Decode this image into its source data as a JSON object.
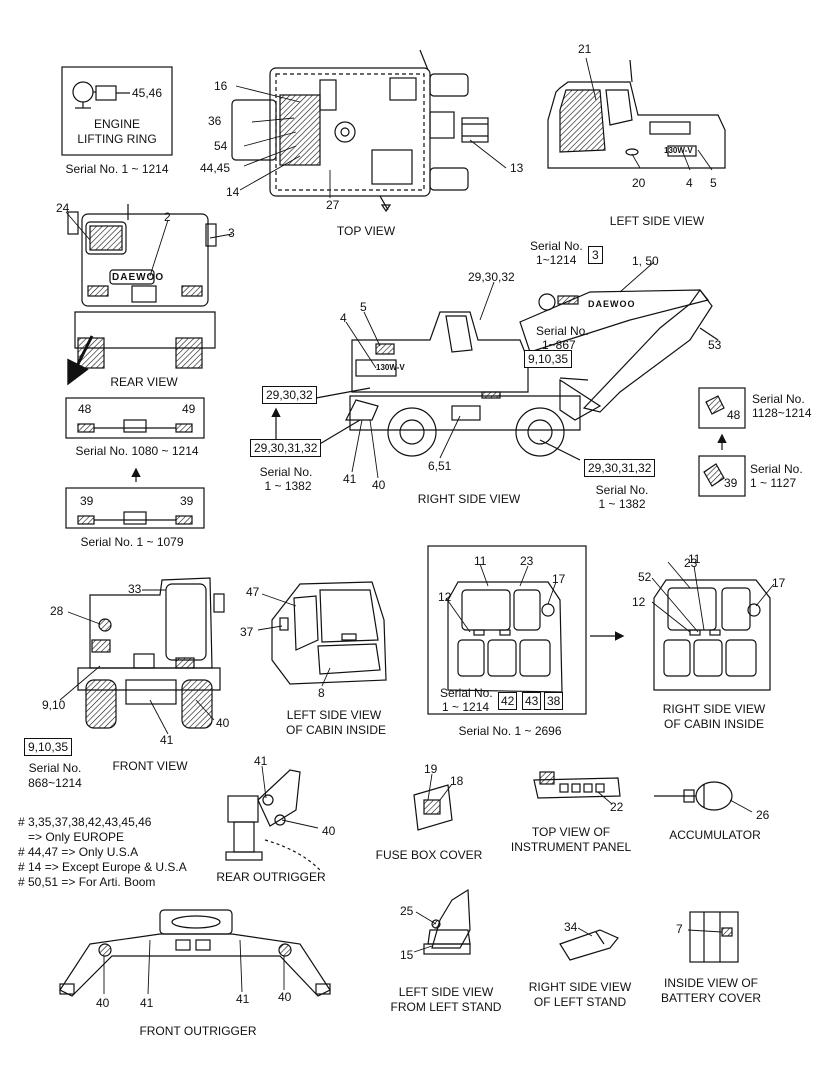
{
  "engine_ring": {
    "callout": "45,46",
    "label1": "ENGINE",
    "label2": "LIFTING RING",
    "serial": "Serial No. 1 ~ 1214"
  },
  "top_view": {
    "title": "TOP VIEW",
    "callouts": [
      "16",
      "36",
      "54",
      "44,45",
      "14",
      "27",
      "13"
    ]
  },
  "left_side_view": {
    "title": "LEFT SIDE VIEW",
    "callouts": [
      "21",
      "20",
      "4",
      "5"
    ],
    "logo": "130W-V"
  },
  "rear_view": {
    "title": "REAR VIEW",
    "callouts": [
      "24",
      "2",
      "3"
    ],
    "logo": "DAEWOO",
    "serial_a": "Serial No. 1080 ~ 1214",
    "callouts_a": [
      "48",
      "49"
    ],
    "serial_b": "Serial No. 1 ~ 1079",
    "callouts_b": [
      "39",
      "39"
    ]
  },
  "right_side_view": {
    "title": "RIGHT SIDE VIEW",
    "logo": "DAEWOO",
    "model": "130W-V",
    "serial_top_label": "Serial No.",
    "serial_top_range": "1~1214",
    "serial_top_box": "3",
    "c_29_30_32": "29,30,32",
    "c_1_50": "1, 50",
    "c_5": "5",
    "c_4": "4",
    "serial_mid_label": "Serial No.",
    "serial_mid_range": "1~867",
    "box_9_10_35": "9,10,35",
    "box_29_30_32": "29,30,32",
    "box_29_30_31_32_left": "29,30,31,32",
    "serial_left_1": "Serial No.",
    "serial_left_2": "1 ~ 1382",
    "c_41": "41",
    "c_40": "40",
    "c_6_51": "6,51",
    "box_29_30_31_32_right": "29,30,31,32",
    "serial_right_1": "Serial No.",
    "serial_right_2": "1 ~ 1382",
    "c_53": "53",
    "c_48": "48",
    "serial_48_1": "Serial No.",
    "serial_48_2": "1128~1214",
    "c_39": "39",
    "serial_39_1": "Serial No.",
    "serial_39_2": "1 ~ 1127"
  },
  "front_view": {
    "title": "FRONT VIEW",
    "callouts": [
      "33",
      "28",
      "9,10",
      "40",
      "41"
    ],
    "box": "9,10,35",
    "serial_1": "Serial No.",
    "serial_2": "868~1214"
  },
  "left_cabin": {
    "title1": "LEFT SIDE VIEW",
    "title2": "OF CABIN INSIDE",
    "callouts": [
      "47",
      "37",
      "8"
    ]
  },
  "middle_cabin": {
    "callouts": [
      "11",
      "23",
      "17",
      "12"
    ],
    "serial_1": "Serial No.",
    "serial_2": "1 ~ 1214",
    "boxed": [
      "42",
      "43",
      "38"
    ],
    "caption": "Serial No. 1 ~ 2696"
  },
  "right_cabin": {
    "title1": "RIGHT SIDE VIEW",
    "title2": "OF CABIN INSIDE",
    "callouts": [
      "11",
      "23",
      "52",
      "17",
      "12"
    ]
  },
  "notes": [
    "# 3,35,37,38,42,43,45,46",
    "=> Only EUROPE",
    "# 44,47 => Only U.S.A",
    "# 14 => Except Europe & U.S.A",
    "# 50,51 => For Arti. Boom"
  ],
  "rear_outrigger": {
    "title": "REAR OUTRIGGER",
    "callouts": [
      "41",
      "40"
    ]
  },
  "fuse_box": {
    "title": "FUSE BOX COVER",
    "callouts": [
      "19",
      "18"
    ]
  },
  "instrument_panel": {
    "title1": "TOP VIEW OF",
    "title2": "INSTRUMENT PANEL",
    "callouts": [
      "22"
    ]
  },
  "accumulator": {
    "title": "ACCUMULATOR",
    "callouts": [
      "26"
    ]
  },
  "front_outrigger": {
    "title": "FRONT OUTRIGGER",
    "callouts": [
      "40",
      "41",
      "41",
      "40"
    ]
  },
  "left_stand": {
    "title1": "LEFT SIDE VIEW",
    "title2": "FROM LEFT STAND",
    "callouts": [
      "25",
      "15"
    ]
  },
  "right_stand": {
    "title1": "RIGHT SIDE VIEW",
    "title2": "OF LEFT STAND",
    "callouts": [
      "34"
    ]
  },
  "battery_cover": {
    "title1": "INSIDE VIEW OF",
    "title2": "BATTERY COVER",
    "callouts": [
      "7"
    ]
  }
}
